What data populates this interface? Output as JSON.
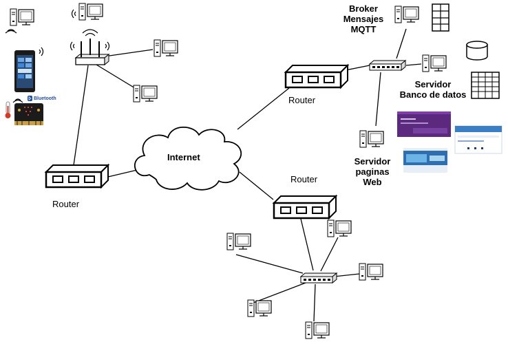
{
  "diagram": {
    "cloud_label": "Internet",
    "router_label": "Router",
    "broker_lines": [
      "Broker",
      "Mensajes",
      "MQTT"
    ],
    "db_server_lines": [
      "Servidor",
      "Banco de datos"
    ],
    "web_server_lines": [
      "Servidor",
      "paginas",
      "Web"
    ],
    "bluetooth_label": "Bluetooth"
  },
  "colors": {
    "line": "#000000",
    "router_fill": "#ffffff",
    "cloud_fill": "#ffffff",
    "web_purple": "#5b2a7e",
    "web_blue": "#3a7ec4",
    "web_light": "#e8eef7",
    "phone": "#1a1a1a",
    "microbit": "#1b1b1b",
    "thermometer": "#d23a2a",
    "bluetooth": "#1f4e9c"
  }
}
